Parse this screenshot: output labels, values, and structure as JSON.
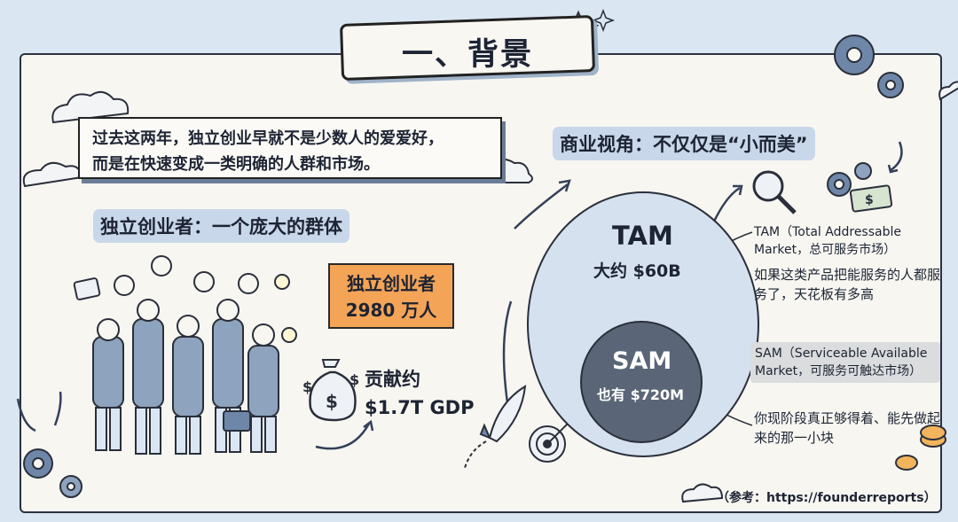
{
  "title": "一、背景",
  "intro": {
    "line1": "过去这两年，独立创业早就不是少数人的爱爱好，",
    "line2": "而是在快速变成一类明确的人群和市场。"
  },
  "left": {
    "heading": "独立创业者：一个庞大的群体",
    "count_label": "独立创业者",
    "count_value": "2980 万人",
    "gdp_line1": "贡献约",
    "gdp_line2": "$1.7T GDP"
  },
  "right": {
    "heading": "商业视角：不仅仅是“小而美”",
    "tam": {
      "label": "TAM",
      "value": "大约 $60B",
      "note": "TAM（Total Addressable Market，总可服务市场）",
      "desc": "如果这类产品把能服务的人都服务了，天花板有多高"
    },
    "sam": {
      "label": "SAM",
      "value": "也有 $720M",
      "note": "SAM（Serviceable Available Market，可服务可触达市场）",
      "desc": "你现阶段真正够得着、能先做起来的那一小块"
    }
  },
  "reference": "（参考：https://founderreports）",
  "colors": {
    "background": "#dbe6f3",
    "accent_orange": "#f4a457",
    "tam_fill": "#d5e1ef",
    "sam_fill": "#5a6677",
    "pill": "#c9d7ea"
  },
  "icons": [
    "star-icon",
    "gear-icon",
    "cloud-icon",
    "magnifier-icon",
    "money-icon",
    "rocket-icon",
    "target-icon",
    "coin-icon",
    "money-bag-icon",
    "people-group-icon",
    "arrow-icon"
  ]
}
